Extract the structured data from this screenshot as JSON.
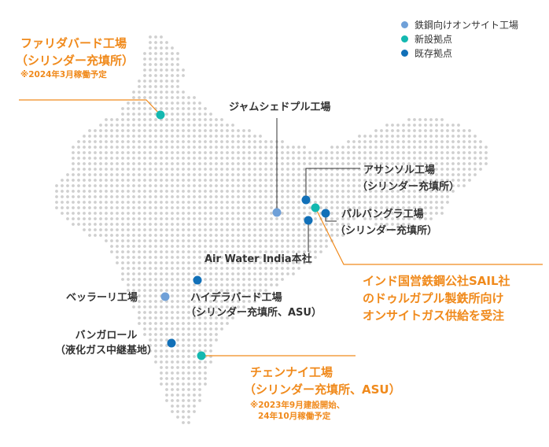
{
  "colors": {
    "steel_onsite": "#6FA0D8",
    "new_site": "#13B8B0",
    "existing_site": "#1170B8",
    "accent": "#F08A1C",
    "map_dots": "#cfcfcf",
    "line_dark": "#333333"
  },
  "legend": [
    {
      "key": "steel_onsite",
      "label": "鉄鋼向けオンサイト工場"
    },
    {
      "key": "new_site",
      "label": "新設拠点"
    },
    {
      "key": "existing_site",
      "label": "既存拠点"
    }
  ],
  "labels": {
    "faridabad": {
      "title": "ファリダバード工場",
      "subtitle": "（シリンダー充填所）",
      "note": "※2024年3月稼働予定"
    },
    "jamshedpur": "ジャムシェドプル工場",
    "asansol": {
      "line1": "アサンソル工場",
      "line2": "（シリンダー充填所）"
    },
    "parbangla": {
      "line1": "パルバングラ工場",
      "line2": "（シリンダー充填所）"
    },
    "hq": "Air Water India本社",
    "sail": {
      "line1": "インド国営鉄鋼公社SAIL社",
      "line2": "のドゥルガプル製鉄所向け",
      "line3": "オンサイトガス供給を受注"
    },
    "bellary": "ベッラーリ工場",
    "hyderabad": {
      "line1": "ハイデラバード工場",
      "line2": "（シリンダー充填所、ASU）"
    },
    "bangalore": {
      "line1": "バンガロール",
      "line2": "（液化ガス中継基地）"
    },
    "chennai": {
      "title": "チェンナイ工場",
      "subtitle": "（シリンダー充填所、ASU）",
      "note1": "※2023年9月建設開始、",
      "note2": "24年10月稼働予定"
    }
  },
  "sites": [
    {
      "name": "faridabad",
      "type": "new_site"
    },
    {
      "name": "jamshedpur",
      "type": "steel_onsite"
    },
    {
      "name": "asansol",
      "type": "existing_site"
    },
    {
      "name": "durgapur",
      "type": "new_site"
    },
    {
      "name": "parbangla",
      "type": "existing_site"
    },
    {
      "name": "kolkata-hq",
      "type": "existing_site"
    },
    {
      "name": "hyderabad",
      "type": "existing_site"
    },
    {
      "name": "bellary",
      "type": "steel_onsite"
    },
    {
      "name": "bangalore",
      "type": "existing_site"
    },
    {
      "name": "chennai",
      "type": "new_site"
    }
  ]
}
